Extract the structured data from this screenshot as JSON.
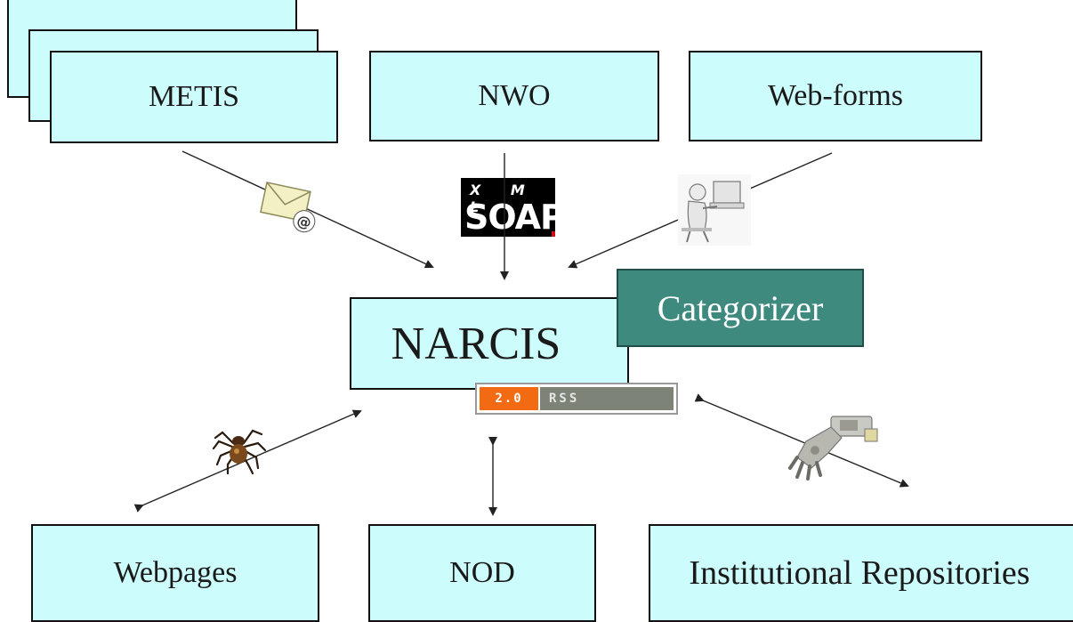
{
  "nodes": {
    "metis": "METIS",
    "nwo": "NWO",
    "webforms": "Web-forms",
    "narcis": "NARCIS",
    "categorizer": "Categorizer",
    "webpages": "Webpages",
    "nod": "NOD",
    "repositories": "Institutional Repositories"
  },
  "badges": {
    "rss_version": "2.0",
    "rss_label": "RSS",
    "soap_top": "X M L",
    "soap_bottom": "SOAP"
  },
  "icons": {
    "email": "email-at-icon",
    "soap": "xml-soap-icon",
    "person": "person-at-computer-icon",
    "spider": "spider-icon",
    "robot": "robot-hand-icon"
  },
  "colors": {
    "box_fill": "#ccfcfc",
    "categorizer_fill": "#3f8a7e",
    "rss_orange": "#f26b12",
    "rss_gray": "#7d8377"
  }
}
